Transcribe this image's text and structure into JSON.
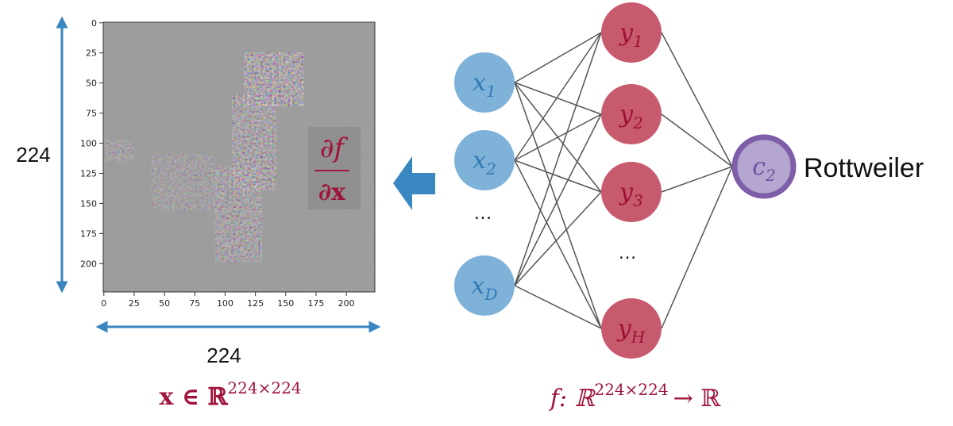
{
  "image_panel": {
    "dim_height": "224",
    "dim_width": "224",
    "y_ticks": [
      "0",
      "25",
      "50",
      "75",
      "100",
      "125",
      "150",
      "175",
      "200"
    ],
    "x_ticks": [
      "0",
      "25",
      "50",
      "75",
      "100",
      "125",
      "150",
      "175",
      "200"
    ],
    "gradient_label": {
      "num": "∂f",
      "den": "∂x"
    },
    "input_space": {
      "base": "x ∈ ℝ",
      "exp": "224×224"
    }
  },
  "network": {
    "inputs": [
      {
        "sym": "x",
        "sub": "1"
      },
      {
        "sym": "x",
        "sub": "2"
      },
      {
        "sym": "x",
        "sub": "D"
      }
    ],
    "input_ellipsis": "…",
    "hidden": [
      {
        "sym": "y",
        "sub": "1"
      },
      {
        "sym": "y",
        "sub": "2"
      },
      {
        "sym": "y",
        "sub": "3"
      },
      {
        "sym": "y",
        "sub": "H"
      }
    ],
    "hidden_ellipsis": "…",
    "output": {
      "sym": "c",
      "sub": "2"
    },
    "output_label": "Rottweiler",
    "function_def": {
      "lhs": "f: ℝ",
      "exp": "224×224",
      "rhs": "→ ℝ"
    }
  },
  "colors": {
    "input_node": "#7fb2d9",
    "input_text": "#2f79b5",
    "hidden_node": "#c85a6e",
    "hidden_text": "#9c1032",
    "output_fill": "#b4a6d1",
    "output_stroke": "#7e5ea8",
    "output_text": "#6b54a0",
    "accent_red": "#a0143a",
    "arrow_blue": "#3a86c0",
    "edge": "#555555"
  }
}
